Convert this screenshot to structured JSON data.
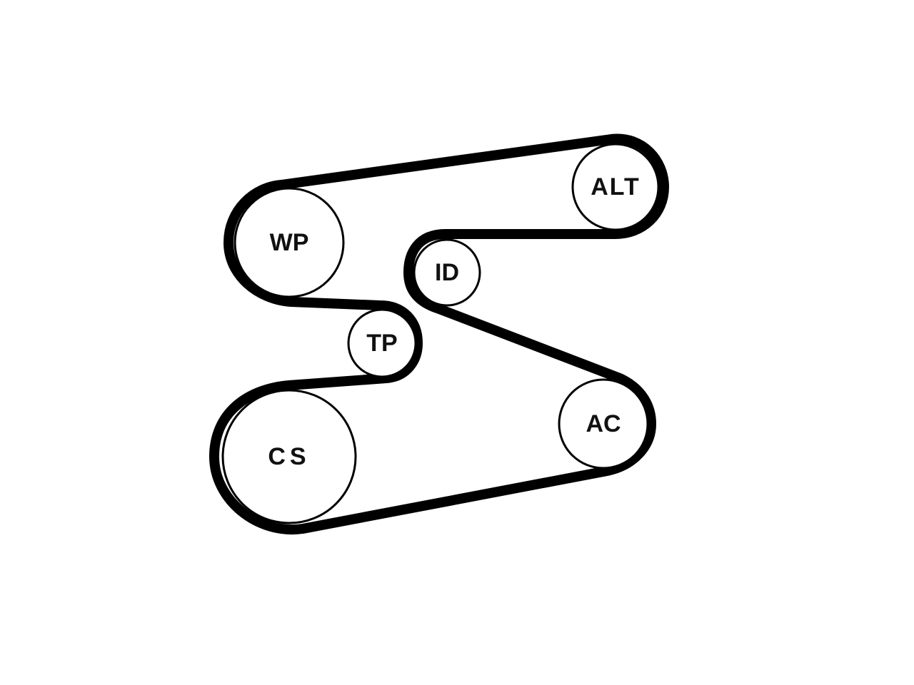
{
  "diagram": {
    "colors": {
      "belt": "#000000",
      "pulley_outline": "#000000",
      "pulley_fill": "#ffffff",
      "label": "#111111",
      "background": "#ffffff"
    },
    "pulleys": [
      {
        "id": "alt",
        "label": "ALT"
      },
      {
        "id": "wp",
        "label": "WP"
      },
      {
        "id": "id",
        "label": "ID"
      },
      {
        "id": "tp",
        "label": "TP"
      },
      {
        "id": "cs",
        "label": "CS"
      },
      {
        "id": "ac",
        "label": "AC"
      }
    ]
  }
}
